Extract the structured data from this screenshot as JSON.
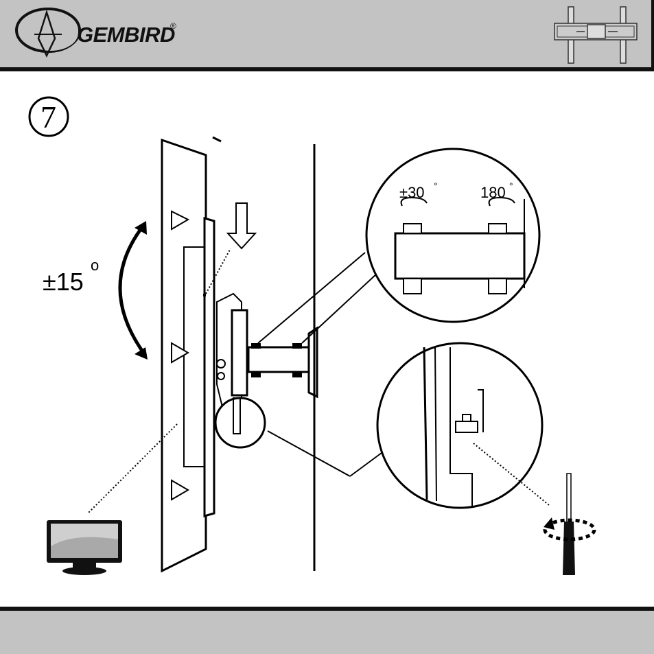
{
  "header": {
    "brand": "GEMBIRD",
    "registered_mark": "®",
    "background": "#c3c3c3",
    "logo_icon": "gembird-swoosh-logo",
    "thumbnail_icon": "wall-mount-bracket-thumbnail"
  },
  "step": {
    "number": "7",
    "tilt_label": "±15",
    "tilt_unit": "o"
  },
  "details": {
    "swivel_label": "±30",
    "rotate_label": "180",
    "degree_mark": "°"
  },
  "icons": {
    "tv": "monitor-icon",
    "tool": "screwdriver-icon",
    "arrow": "down-arrow-icon"
  },
  "footer": {
    "background": "#c3c3c3"
  }
}
